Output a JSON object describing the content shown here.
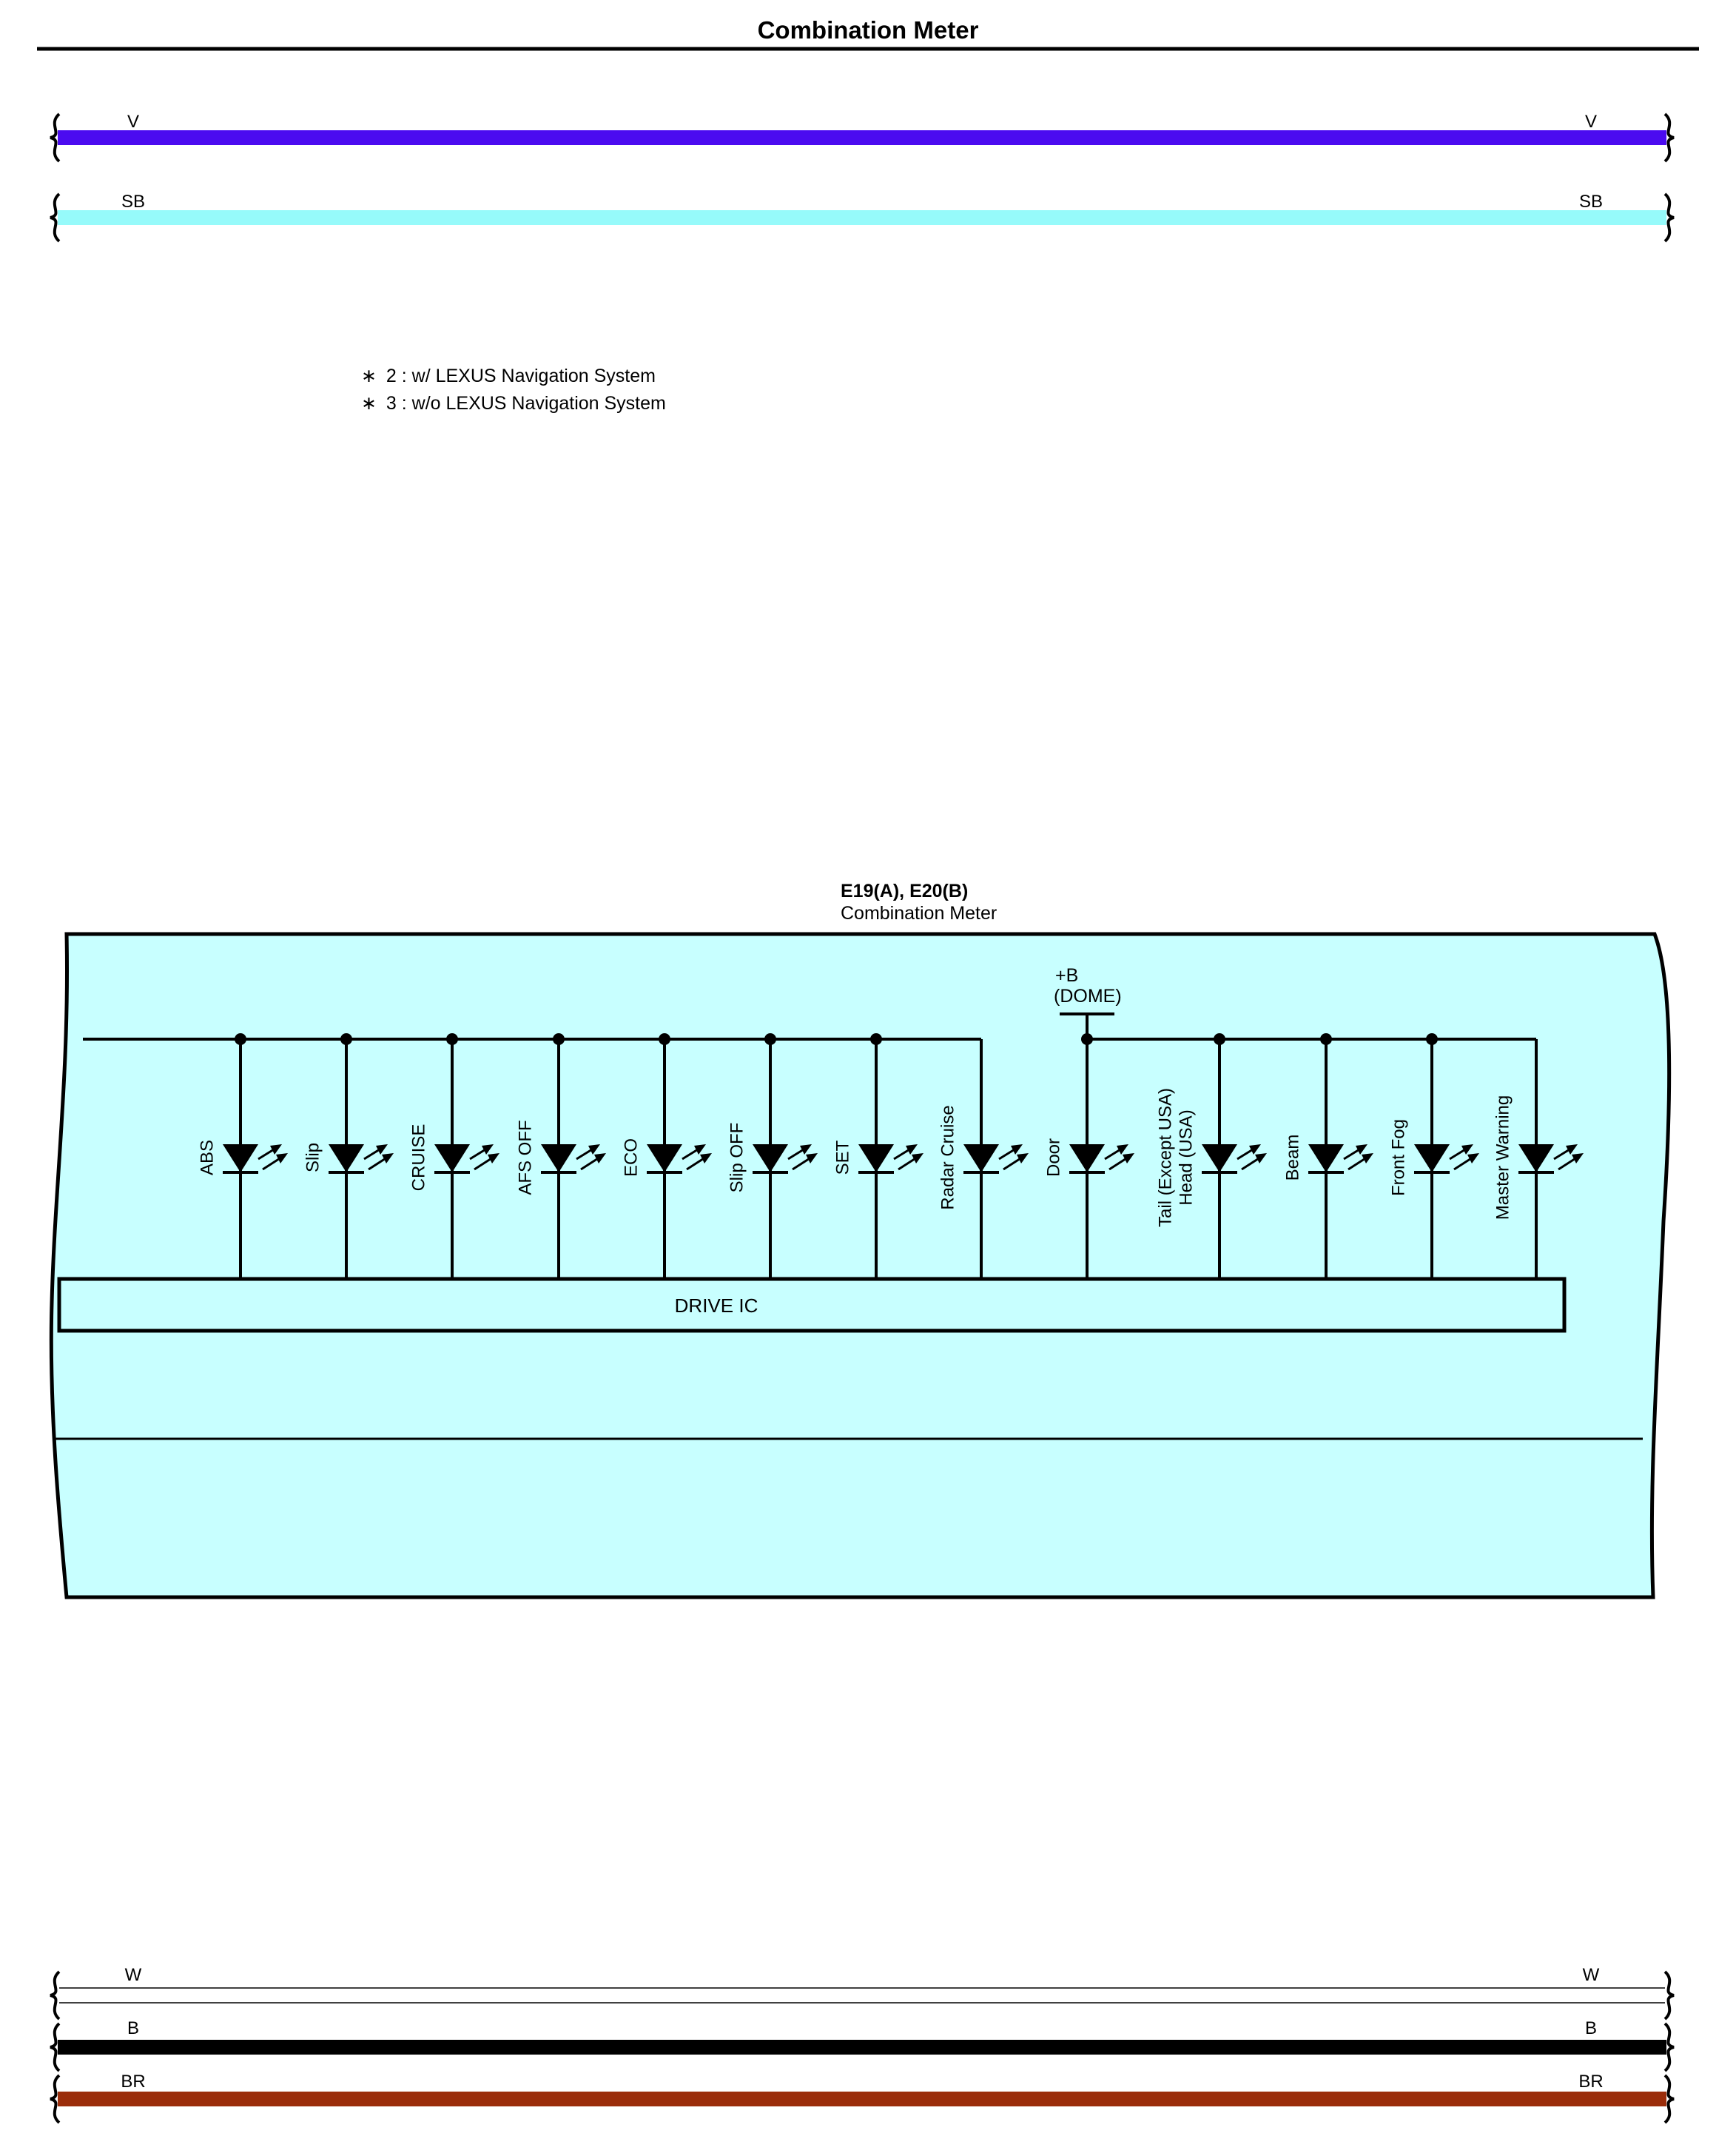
{
  "page_title": "Combination Meter",
  "colors": {
    "wire_v": "#4B0BF0",
    "wire_sb": "#96FAFA",
    "wire_w": "#FFFFFF",
    "wire_b": "#000000",
    "wire_br": "#9B2D0A",
    "component_fill": "#C8FFFF"
  },
  "top_wires": [
    {
      "code": "V",
      "left_label": "V",
      "right_label": "V",
      "color_key": "wire_v"
    },
    {
      "code": "SB",
      "left_label": "SB",
      "right_label": "SB",
      "color_key": "wire_sb"
    }
  ],
  "bottom_wires": [
    {
      "code": "W",
      "left_label": "W",
      "right_label": "W",
      "color_key": "wire_w"
    },
    {
      "code": "B",
      "left_label": "B",
      "right_label": "B",
      "color_key": "wire_b"
    },
    {
      "code": "BR",
      "left_label": "BR",
      "right_label": "BR",
      "color_key": "wire_br"
    }
  ],
  "notes": [
    {
      "mark": "∗",
      "text": "2 : w/ LEXUS Navigation System"
    },
    {
      "mark": "∗",
      "text": "3 : w/o LEXUS Navigation System"
    }
  ],
  "component": {
    "id": "E19(A), E20(B)",
    "name": "Combination Meter",
    "power_label_1": "+B",
    "power_label_2": "(DOME)",
    "drive_ic_label": "DRIVE IC",
    "leds": [
      {
        "lines": [
          "ABS"
        ]
      },
      {
        "lines": [
          "Slip"
        ]
      },
      {
        "lines": [
          "CRUISE"
        ]
      },
      {
        "lines": [
          "AFS OFF"
        ]
      },
      {
        "lines": [
          "ECO"
        ]
      },
      {
        "lines": [
          "Slip OFF"
        ]
      },
      {
        "lines": [
          "SET"
        ]
      },
      {
        "lines": [
          "Radar Cruise"
        ]
      },
      {
        "lines": [
          "Door"
        ]
      },
      {
        "lines": [
          "Tail (Except USA)",
          "Head (USA)"
        ]
      },
      {
        "lines": [
          "Beam"
        ]
      },
      {
        "lines": [
          "Front Fog"
        ]
      },
      {
        "lines": [
          "Master Warning"
        ]
      }
    ]
  }
}
